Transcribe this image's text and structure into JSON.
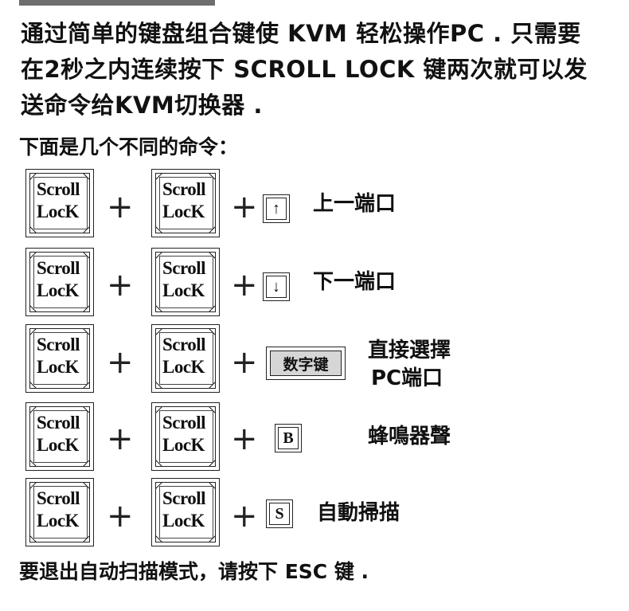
{
  "intro": {
    "line1": "通过简单的键盘组合键使 KVM 轻松操作PC . 只需要",
    "line2": "在2秒之内连续按下 SCROLL LOCK 键两次就可以发",
    "line3": "送命令给KVM切换器 ."
  },
  "heading": "下面是几个不同的命令：",
  "keycap": {
    "line1": "Scroll",
    "line2": "LocK"
  },
  "plus": "+",
  "commands": [
    {
      "key": "↑",
      "label": "上一端口"
    },
    {
      "key": "↓",
      "label": "下一端口"
    },
    {
      "key": "数字键",
      "label_line1": "直接選擇",
      "label_line2": "PC端口"
    },
    {
      "key": "B",
      "label": "蜂鳴器聲"
    },
    {
      "key": "S",
      "label": "自動掃描"
    }
  ],
  "footer": "要退出自动扫描模式，请按下 ESC 键 ."
}
